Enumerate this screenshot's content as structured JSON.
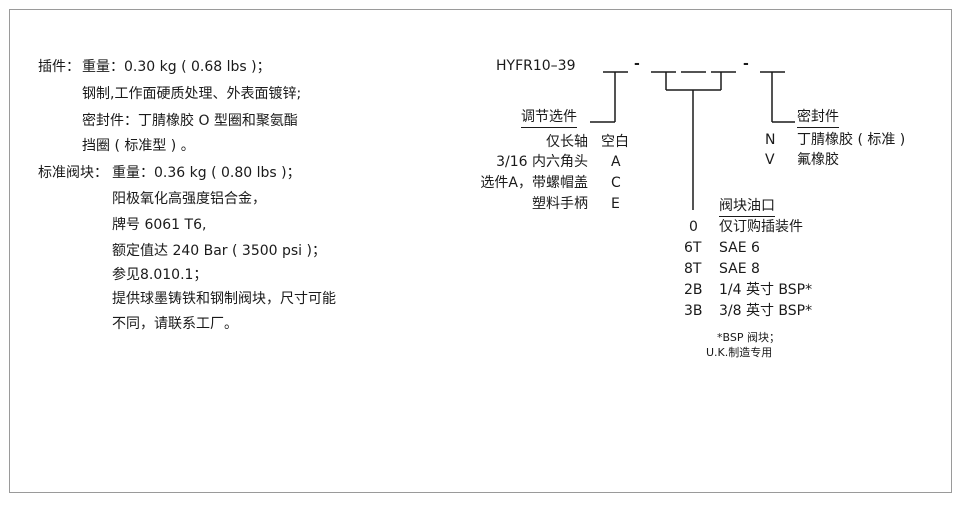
{
  "specs": {
    "insert_label": "插件：",
    "insert_weight": "重量：0.30 kg ( 0.68 lbs )；",
    "insert_material": "钢制,工作面硬质处理、外表面镀锌;",
    "insert_seal_1": "密封件：丁腈橡胶 O 型圈和聚氨酯",
    "insert_seal_2": "挡圈 ( 标准型 ) 。",
    "body_label": "标准阀块：",
    "body_weight": "重量：0.36 kg ( 0.80 lbs )；",
    "body_material": "阳极氧化高强度铝合金，",
    "body_grade": "牌号 6061 T6,",
    "body_rating": "额定值达 240 Bar ( 3500 psi )；",
    "body_ref": "参见8.010.1；",
    "body_note_1": "提供球墨铸铁和钢制阀块，尺寸可能",
    "body_note_2": "不同，请联系工厂。"
  },
  "model": {
    "code": "HYFR10–39",
    "dash_1": "-",
    "dash_2": "-"
  },
  "adjustment": {
    "title": "调节选件",
    "options": [
      {
        "label": "仅长轴",
        "code": "空白"
      },
      {
        "label": "3/16 内六角头",
        "code": "A"
      },
      {
        "label": "选件A，带螺帽盖",
        "code": "C"
      },
      {
        "label": "塑料手柄",
        "code": "E"
      }
    ]
  },
  "seals": {
    "title": "密封件",
    "options": [
      {
        "code": "N",
        "label": "丁腈橡胶 ( 标准 )"
      },
      {
        "code": "V",
        "label": "氟橡胶"
      }
    ]
  },
  "ports": {
    "title": "阀块油口",
    "options": [
      {
        "code": "0",
        "label": "仅订购插装件"
      },
      {
        "code": "6T",
        "label": "SAE 6"
      },
      {
        "code": "8T",
        "label": "SAE 8"
      },
      {
        "code": "2B",
        "label": "1/4 英寸 BSP*"
      },
      {
        "code": "3B",
        "label": "3/8 英寸 BSP*"
      }
    ],
    "footnote_1": "*BSP 阀块；",
    "footnote_2": "U.K.制造专用"
  }
}
